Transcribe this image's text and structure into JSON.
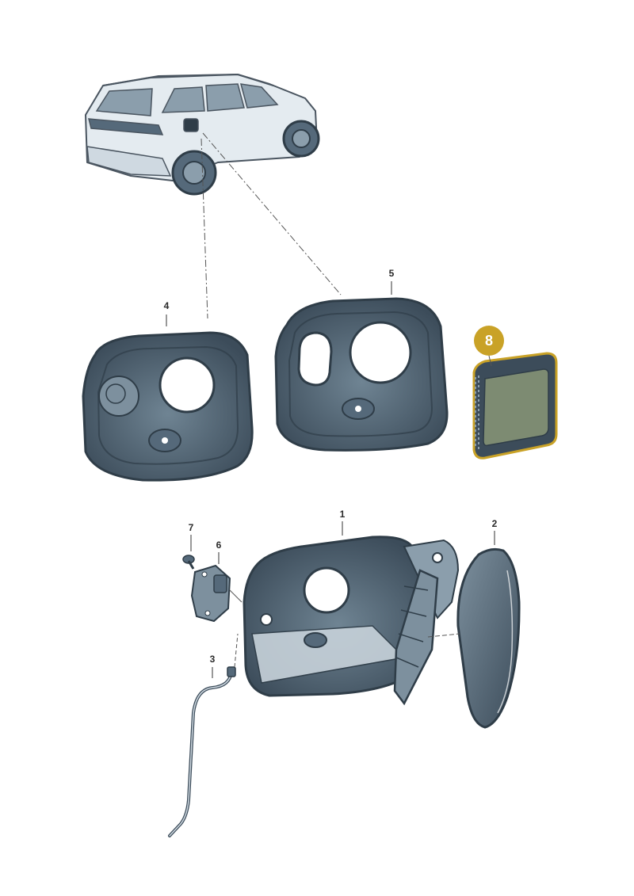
{
  "callouts": {
    "c1": "1",
    "c2": "2",
    "c3": "3",
    "c4": "4",
    "c5": "5",
    "c6": "6",
    "c7": "7",
    "c8": "8"
  },
  "colors": {
    "part_dark": "#3c4c5a",
    "part_mid": "#55697a",
    "part_light": "#8b9eac",
    "car_outline": "#4a5560",
    "car_fill": "#e4ebf0",
    "highlight": "#c9a227",
    "leader": "#555555"
  },
  "icons": {
    "vehicle": "suv-rear-three-quarter-icon",
    "highlighted_part": "fuel-door-seal-icon"
  }
}
